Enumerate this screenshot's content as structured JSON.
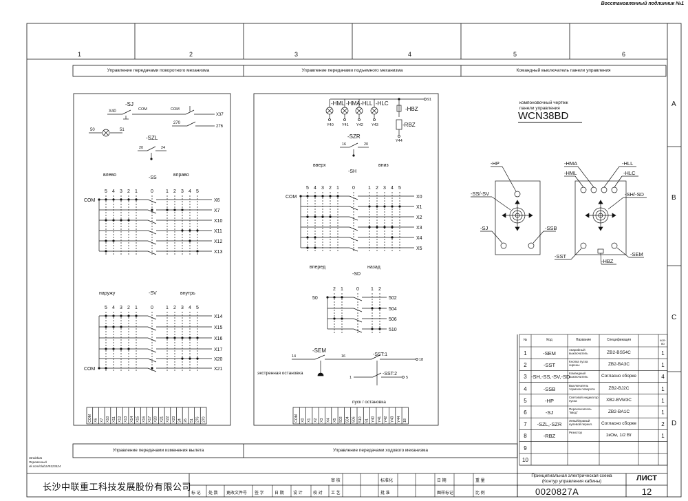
{
  "corner_title": "Восстановленный подлинник №1",
  "column_numbers": [
    "1",
    "2",
    "3",
    "4",
    "5",
    "6"
  ],
  "row_letters": [
    "A",
    "B",
    "C",
    "D"
  ],
  "headers": {
    "h1": "Управление передачами поворотного механизма",
    "h2": "Управление передачами подъемного механизма",
    "h3": "Командный выключатель панели управления"
  },
  "bottom_headers": {
    "b1": "Управление передачами изменения вылета",
    "b2": "Управление передачами ходового механизма"
  },
  "panel1": {
    "sj": "-SJ",
    "x40": "X40",
    "com1": "COM",
    "com2": "COM",
    "x37": "X37",
    "n270": "270",
    "n276": "276",
    "n50": "50",
    "n51": "51",
    "szl": "-SZL",
    "n20": "20",
    "n24": "24",
    "ss_left": "влево",
    "ss": "-SS",
    "ss_right": "вправо",
    "ss_positions": [
      "5",
      "4",
      "3",
      "2",
      "1",
      "0",
      "1",
      "2",
      "3",
      "4",
      "5"
    ],
    "ss_outputs": [
      "X6",
      "X7",
      "X10",
      "X11",
      "X12",
      "X13"
    ],
    "com3": "COM",
    "sv_left": "наружу",
    "sv": "-SV",
    "sv_right": "внутрь",
    "sv_positions": [
      "5",
      "4",
      "3",
      "2",
      "1",
      "0",
      "1",
      "2",
      "3",
      "4",
      "5"
    ],
    "sv_outputs": [
      "X14",
      "X15",
      "X16",
      "X17",
      "X20",
      "X21"
    ],
    "com4": "COM",
    "terminals": [
      "COM",
      "X6",
      "X7",
      "X10",
      "X11",
      "X12",
      "X13",
      "X14",
      "X15",
      "X16",
      "X17",
      "X20",
      "X21",
      "X22",
      "X23",
      "24",
      "26",
      "51",
      "276",
      "270"
    ]
  },
  "panel2": {
    "lamps": [
      "-HML",
      "-HMA",
      "-HLL",
      "-HLC"
    ],
    "lamp_outs": [
      "Y40",
      "Y41",
      "Y42",
      "Y43"
    ],
    "n91": "91",
    "hbz": "-HBZ",
    "rbz": "-RBZ",
    "y44": "Y44",
    "szr": "-SZR",
    "n16": "16",
    "n20": "20",
    "sh_up": "вверх",
    "sh": "-SH",
    "sh_down": "вниз",
    "sh_positions": [
      "5",
      "4",
      "3",
      "2",
      "1",
      "0",
      "1",
      "2",
      "3",
      "4",
      "5"
    ],
    "sh_outputs": [
      "X0",
      "X1",
      "X2",
      "X3",
      "X4",
      "X5"
    ],
    "com": "COM",
    "sd_fwd": "вперед",
    "sd": "-SD",
    "sd_back": "назад",
    "sd_positions": [
      "2",
      "1",
      "0",
      "1",
      "2"
    ],
    "sd_outputs": [
      "502",
      "504",
      "506",
      "510"
    ],
    "n50": "50",
    "sem": "-SEM",
    "n14": "14",
    "n16b": "16",
    "sst1": "-SST:1",
    "n18": "18",
    "emergency": "экстренная остановка",
    "sst2": "-SST:2",
    "n1": "1",
    "n5": "5",
    "start_stop": "пуск / остановка",
    "terminals": [
      "COM",
      "X0",
      "X1",
      "X2",
      "X3",
      "X4",
      "X5",
      "502",
      "504",
      "506",
      "510",
      "91",
      "Y40",
      "Y41",
      "Y42",
      "Y43",
      "Y44",
      "18"
    ]
  },
  "panel3": {
    "caption1": "компоновочный чертеж",
    "caption2": "панели управления",
    "model": "WCN38BD",
    "left_labels": {
      "hp": "-HP",
      "sssv": "-SS/-SV",
      "sj": "-SJ",
      "ssb": "-SSB",
      "sst": "-SST"
    },
    "right_labels": {
      "hma": "-HMA",
      "hml": "-HML",
      "hll": "-HLL",
      "hlc": "-HLC",
      "shsd": "-SH/-SD",
      "hbz": "-HBZ",
      "sem": "-SEM"
    }
  },
  "table": {
    "headers": [
      "№",
      "Код",
      "Название",
      "Спецификация",
      "кол-во"
    ],
    "rows": [
      {
        "n": "1",
        "code": "-SEM",
        "name": "Аварийный выключатель",
        "spec": "ZB2-BS54C",
        "qty": "1"
      },
      {
        "n": "2",
        "code": "-SST",
        "name": "Кнопка пуска сирены",
        "spec": "ZB2-BA3C",
        "qty": "1"
      },
      {
        "n": "3",
        "code": "-SH,-SS,-SV,-SD",
        "name": "Командный выключатель",
        "spec": "Согласно сборке",
        "qty": "4"
      },
      {
        "n": "4",
        "code": "-SSB",
        "name": "Выключатель тормоза поворота",
        "spec": "ZB2-BJ2C",
        "qty": "1"
      },
      {
        "n": "5",
        "code": "-HP",
        "name": "Световой индикатор пуска",
        "spec": "XB2-BVM3C",
        "qty": "1"
      },
      {
        "n": "6",
        "code": "-SJ",
        "name": "Переключатель \"ввод\"",
        "spec": "ZB2-BA1C",
        "qty": "1"
      },
      {
        "n": "7",
        "code": "-SZL,-SZR",
        "name": "Левый/правый нулевой перекл.",
        "spec": "Согласно сборке",
        "qty": "2"
      },
      {
        "n": "8",
        "code": "-RBZ",
        "name": "Резистор",
        "spec": "1кОм, 1/2 Вт",
        "qty": "1"
      },
      {
        "n": "9",
        "code": "",
        "name": "",
        "spec": "",
        "qty": ""
      },
      {
        "n": "10",
        "code": "",
        "name": "",
        "spec": "",
        "qty": ""
      }
    ]
  },
  "title_block": {
    "company": "长沙中联重工科技发展股份有限公司",
    "desc1": "Принципиальная электрическая схема",
    "desc2": "(Контур управления кабины)",
    "sheet_label": "ЛИСТ",
    "doc_number": "0020827A",
    "sheet_number": "12",
    "stamp_cells": [
      "标 记",
      "处 数",
      "更改文件号",
      "签 字",
      "日 期",
      "设 计",
      "校 对",
      "审 核",
      "工 艺",
      "标准化",
      "批 准",
      "日 期",
      "图样标记",
      "重 量",
      "比 例"
    ]
  },
  "watermark": {
    "l1": "Stroitdata",
    "l2": "Перевочный",
    "l3": "vk.com/club149123424"
  }
}
